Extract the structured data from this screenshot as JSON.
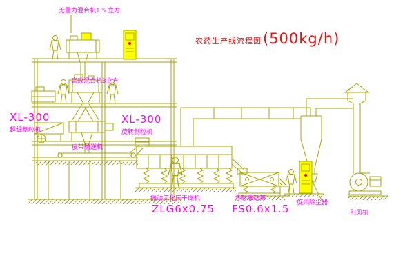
{
  "title": {
    "name": "农药生产线流程图",
    "capacity": "(500kg/h)"
  },
  "labels": {
    "top_mixer": "无重力混合机1.5 立方",
    "mid_mixer": "高效混合机3立方",
    "left_granulator_model": "XL-300",
    "left_granulator_name": "超细制粒机",
    "mid_granulator_model": "XL-300",
    "mid_granulator_name": "旋转制粒机",
    "belt_conveyor": "皮带输送机",
    "dryer_name": "振动流化床干燥机",
    "dryer_model": "ZLG6x0.75",
    "screen_name": "方形振动筛",
    "screen_model": "FS0.6x1.5",
    "cyclone": "旋风除尘器",
    "fan": "引风机"
  },
  "colors": {
    "line": "#a8a800",
    "label": "#ff00ff",
    "title": "#ee1111",
    "cabinet_fill": "#ffff00",
    "indicator_dot": "#ff0000",
    "background": "#ffffff"
  }
}
